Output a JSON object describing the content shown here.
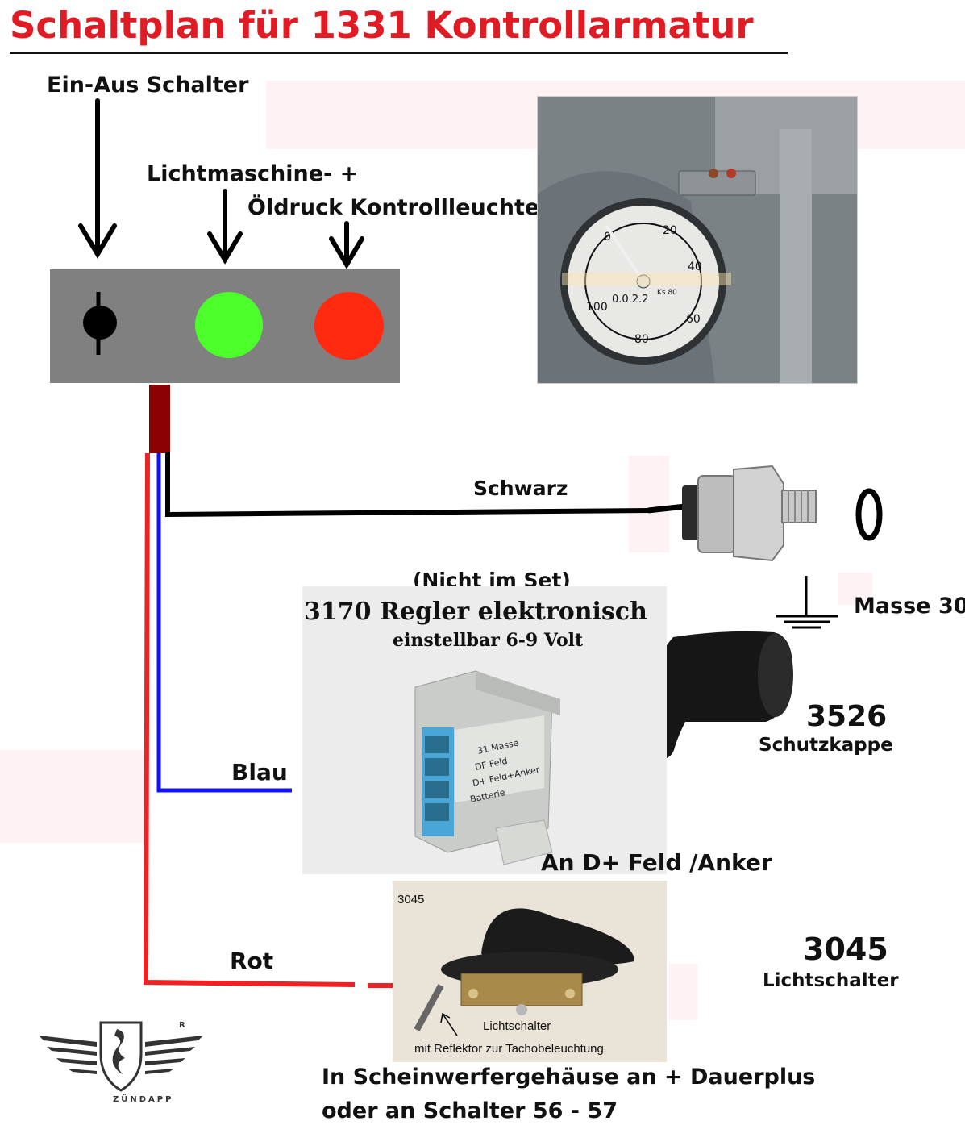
{
  "title": "Schaltplan für 1331 Kontrollarmatur",
  "labels": {
    "switch": "Ein-Aus Schalter",
    "generator": "Lichtmaschine-  +",
    "oil": "Öldruck Kontrollleuchte",
    "schwarz": "Schwarz",
    "not_in_set": "(Nicht im Set)",
    "masse": "Masse 30",
    "blau": "Blau",
    "rot": "Rot",
    "d_plus": "An D+ Feld /Anker",
    "cap_number": "3526",
    "cap_name": "Schutzkappe",
    "lightswitch_number": "3045",
    "lightswitch_name": "Lichtschalter",
    "footer_line1": "In Scheinwerfergehäuse an  + Dauerplus",
    "footer_line2": "oder an Schalter 56 - 57"
  },
  "regulator": {
    "heading": "3170  Regler elektronisch",
    "subheading": "einstellbar 6-9 Volt",
    "terminals": [
      "31 Masse",
      "DF Feld",
      "D+ Feld+Anker",
      "Batterie"
    ]
  },
  "lightswitch_photo": {
    "tag": "3045",
    "caption1": "Lichtschalter",
    "caption2": "mit Reflektor zur Tachobeleuchtung"
  },
  "speedometer": {
    "ticks": [
      "0",
      "20",
      "40",
      "60",
      "80",
      "100"
    ],
    "odometer": "0.0.2.2",
    "brand": "Ks 80"
  },
  "logo": {
    "text": "ZÜNDAPP",
    "mark": "R"
  },
  "colors": {
    "title": "#e01b24",
    "green_lamp": "#4cff2a",
    "red_lamp": "#ff2a10",
    "wire_black": "#000000",
    "wire_blue": "#1111ff",
    "wire_red": "#ee2222",
    "wire_dark_red": "#8b0000"
  }
}
